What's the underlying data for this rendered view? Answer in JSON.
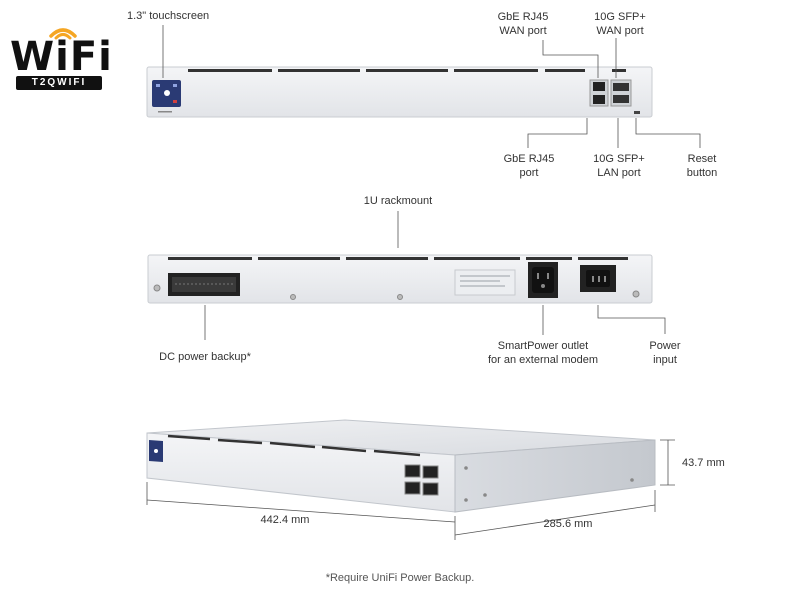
{
  "logo": {
    "word": "WiFi",
    "tag": "T2QWIFI",
    "accent": "#f5a623"
  },
  "top_view": {
    "touchscreen": "1.3\" touchscreen",
    "gbe_wan": [
      "GbE RJ45",
      "WAN port"
    ],
    "sfp_wan": [
      "10G SFP+",
      "WAN port"
    ],
    "gbe_port": [
      "GbE RJ45",
      "port"
    ],
    "sfp_lan": [
      "10G SFP+",
      "LAN port"
    ],
    "reset": [
      "Reset",
      "button"
    ]
  },
  "rear_view": {
    "rackmount": "1U rackmount",
    "dc_backup": "DC power backup*",
    "smartpower": [
      "SmartPower outlet",
      "for an external modem"
    ],
    "power_input": [
      "Power",
      "input"
    ]
  },
  "iso_view": {
    "height": "43.7 mm",
    "width": "442.4 mm",
    "depth": "285.6 mm"
  },
  "footnote": "*Require UniFi Power Backup."
}
